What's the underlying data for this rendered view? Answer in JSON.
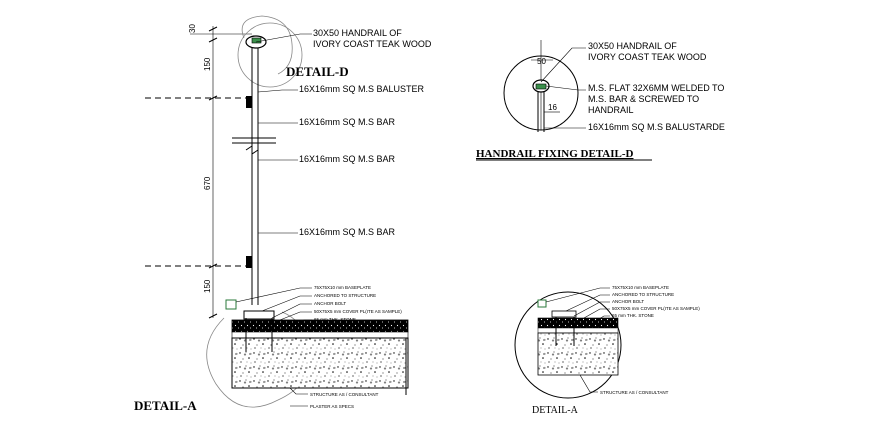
{
  "detail_a_large": {
    "title": "DETAIL-A",
    "dims": {
      "top": "30",
      "upper": "150",
      "middle": "670",
      "bottom": "150"
    },
    "labels": {
      "handrail_line1": "30X50 HANDRAIL OF",
      "handrail_line2": "IVORY COAST TEAK WOOD",
      "baluster": "16X16mm SQ M.S BALUSTER",
      "bar1": "16X16mm SQ M.S BAR",
      "bar2": "16X16mm SQ M.S BAR",
      "bar3": "16X16mm SQ M.S BAR"
    },
    "detail_d_ref": "DETAIL-D"
  },
  "base_notes": {
    "line1": "75X75X10 mm BASEPLATE",
    "line2": "ANCHORED TO STRUCTURE",
    "line3": "ANCHOR BOLT",
    "line4": "50X75X5 mm COVER PL(ITE AS SAMPLE)",
    "line5": "65 mm THK. STONE",
    "structure": "STRUCTURE AS / CONSULTANT",
    "plaster": "PLASTER AS SPECS"
  },
  "detail_d": {
    "title": "HANDRAIL FIXING DETAIL-D",
    "dim_top": "50",
    "dim_side": "16",
    "handrail_line1": "30X50 HANDRAIL OF",
    "handrail_line2": "IVORY COAST TEAK WOOD",
    "flat_line1": "M.S. FLAT 32X6MM WELDED TO",
    "flat_line2": "M.S. BAR & SCREWED TO",
    "flat_line3": "HANDRAIL",
    "balustrade": "16X16mm SQ M.S BALUSTARDE"
  },
  "detail_a_small": {
    "title": "DETAIL-A"
  }
}
